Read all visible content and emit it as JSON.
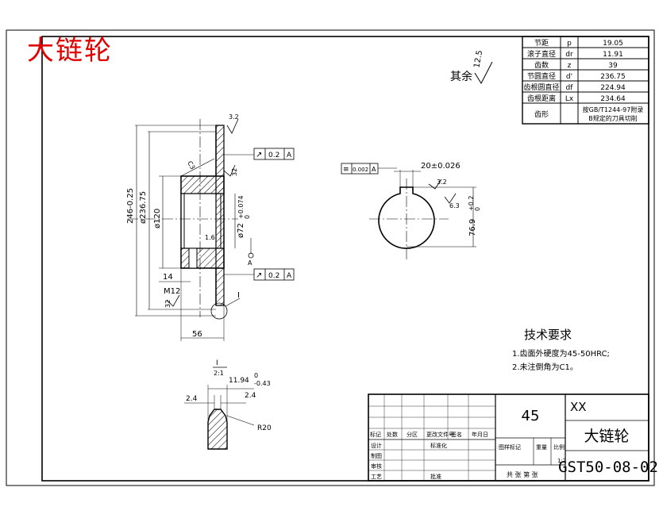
{
  "corner_stamp": "大链轮",
  "surface_finish_note": {
    "prefix": "其余",
    "value": "12.5"
  },
  "parameter_table": {
    "rows": [
      {
        "name": "节距",
        "symbol": "p",
        "value": "19.05"
      },
      {
        "name": "滚子直径",
        "symbol": "dr",
        "value": "11.91"
      },
      {
        "name": "齿数",
        "symbol": "z",
        "value": "39"
      },
      {
        "name": "节圆直径",
        "symbol": "d'",
        "value": "236.75"
      },
      {
        "name": "齿根圆直径",
        "symbol": "df",
        "value": "224.94"
      },
      {
        "name": "齿根距离",
        "symbol": "Lx",
        "value": "234.64"
      },
      {
        "name": "齿形",
        "symbol": "",
        "value": "按GB/T1244-97附录",
        "value2": "B规定的刀具切削"
      }
    ]
  },
  "section_view": {
    "dim_outer": "246-0.25",
    "dim_pitch": "ø236.75",
    "dim_hub": "ø120",
    "dim_bore": "ø72",
    "bore_tol_upper": "+0.074",
    "bore_tol_lower": "0",
    "dim_14": "14",
    "dim_m12": "M12",
    "dim_56": "56",
    "chamfer": "C3",
    "roughness_32": "3.2",
    "roughness_16": "1.6",
    "roughness_32b": "32",
    "runout_1": {
      "symbol": "↗",
      "tol": "0.2",
      "datum": "A"
    },
    "runout_2": {
      "symbol": "↗",
      "tol": "0.2",
      "datum": "A"
    },
    "detail_marker": "I",
    "datum_label": "A"
  },
  "end_view": {
    "symmetry": {
      "symbol": "≡",
      "tol": "0.002",
      "datum": "A"
    },
    "keyway_width": "20±0.026",
    "keyway_roughness": "3.2",
    "keyway_roughness2": "6.3",
    "keyway_depth": "76.9",
    "keyway_depth_tol_upper": "+0.2",
    "keyway_depth_tol_lower": "0"
  },
  "detail_view": {
    "label": "I",
    "scale": "2:1",
    "width_dim": "11.94",
    "width_tol_upper": "0",
    "width_tol_lower": "-0.43",
    "dim_left": "2.4",
    "dim_right": "2.4",
    "radius": "R20"
  },
  "technical_requirements": {
    "title": "技术要求",
    "items": [
      "1.齿面外硬度为45-50HRC;",
      "2.未注倒角为C1。"
    ]
  },
  "title_block": {
    "material": "45",
    "company": "XX",
    "part_name": "大链轮",
    "drawing_number": "GST50-08-02",
    "scale_value": "1:2",
    "rev_headers": [
      "标记",
      "处数",
      "分区",
      "更改文件号",
      "签名",
      "年月日"
    ],
    "person_rows": [
      "设计",
      "制图",
      "审核",
      "工艺"
    ],
    "std_label": "标准化",
    "approve_label": "批准",
    "stage_label": "图样标记",
    "weight_label": "重量",
    "ratio_label": "比例",
    "sheet_text": "共  张  第  张"
  }
}
